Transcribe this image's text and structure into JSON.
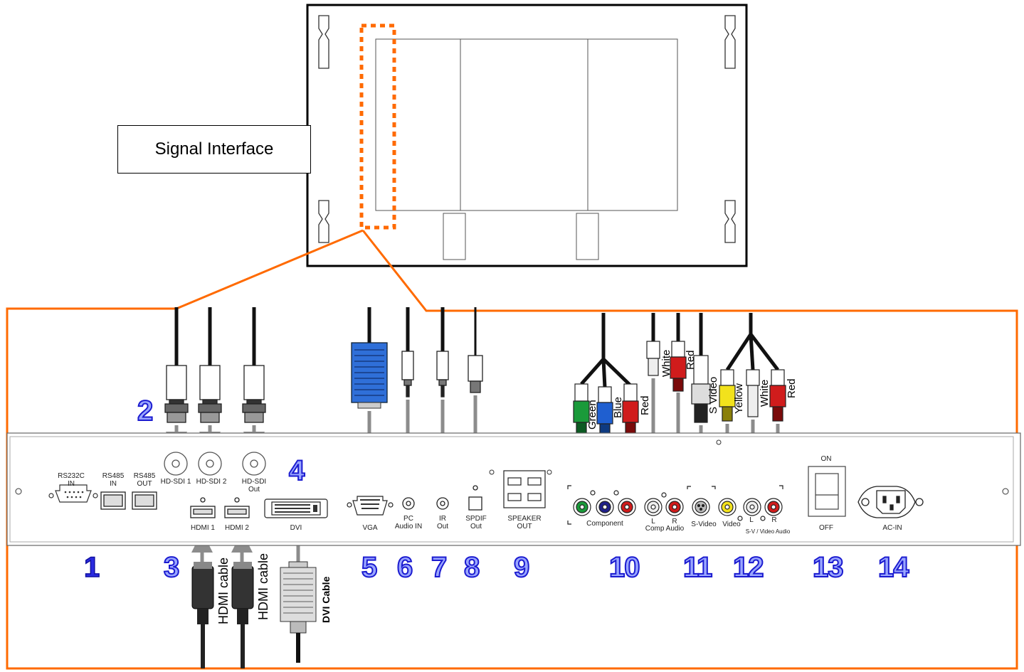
{
  "callout": {
    "label": "Signal Interface"
  },
  "ports": {
    "rs232c_in": "RS232C\nIN",
    "rs485_in": "RS485\nIN",
    "rs485_out": "RS485\nOUT",
    "hdsdi1": "HD-SDI 1",
    "hdsdi2": "HD-SDI 2",
    "hdsdi_out": "HD-SDI\nOut",
    "hdmi1": "HDMI 1",
    "hdmi2": "HDMI 2",
    "dvi": "DVI",
    "vga": "VGA",
    "pc_audio": "PC\nAudio IN",
    "ir_out": "IR\nOut",
    "spdif_out": "SPDIF\nOut",
    "speaker_out": "SPEAKER\nOUT",
    "component": "Component",
    "comp_audio_l": "L",
    "comp_audio_r": "R",
    "comp_audio": "Comp Audio",
    "svideo": "S-Video",
    "video": "Video",
    "sv_audio_l": "L",
    "sv_audio_r": "R",
    "sv_video_audio": "S-V / Video Audio",
    "switch_on": "ON",
    "switch_off": "OFF",
    "ac_in": "AC-IN"
  },
  "cables": {
    "hdmi_cable_1": "HDMI cable",
    "hdmi_cable_2": "HDMI cable",
    "dvi_cable": "DVI Cable",
    "green": "Green",
    "blue": "Blue",
    "red_comp": "Red",
    "white_audio": "White",
    "red_audio": "Red",
    "s_video": "S Video",
    "yellow": "Yellow",
    "white_sv": "White",
    "red_sv": "Red"
  },
  "numbers": [
    "1",
    "2",
    "3",
    "4",
    "5",
    "6",
    "7",
    "8",
    "9",
    "10",
    "11",
    "12",
    "13",
    "14"
  ],
  "colors": {
    "highlight": "#ff6a00",
    "number_blue": "#2a2ae0",
    "arrow_gray": "#8c8c8c",
    "vga_blue": "#2f6fd8",
    "rca_green": "#1a9a3a",
    "rca_blue": "#1f5fd0",
    "rca_red": "#d01c1c",
    "rca_yellow": "#f2e21c"
  }
}
